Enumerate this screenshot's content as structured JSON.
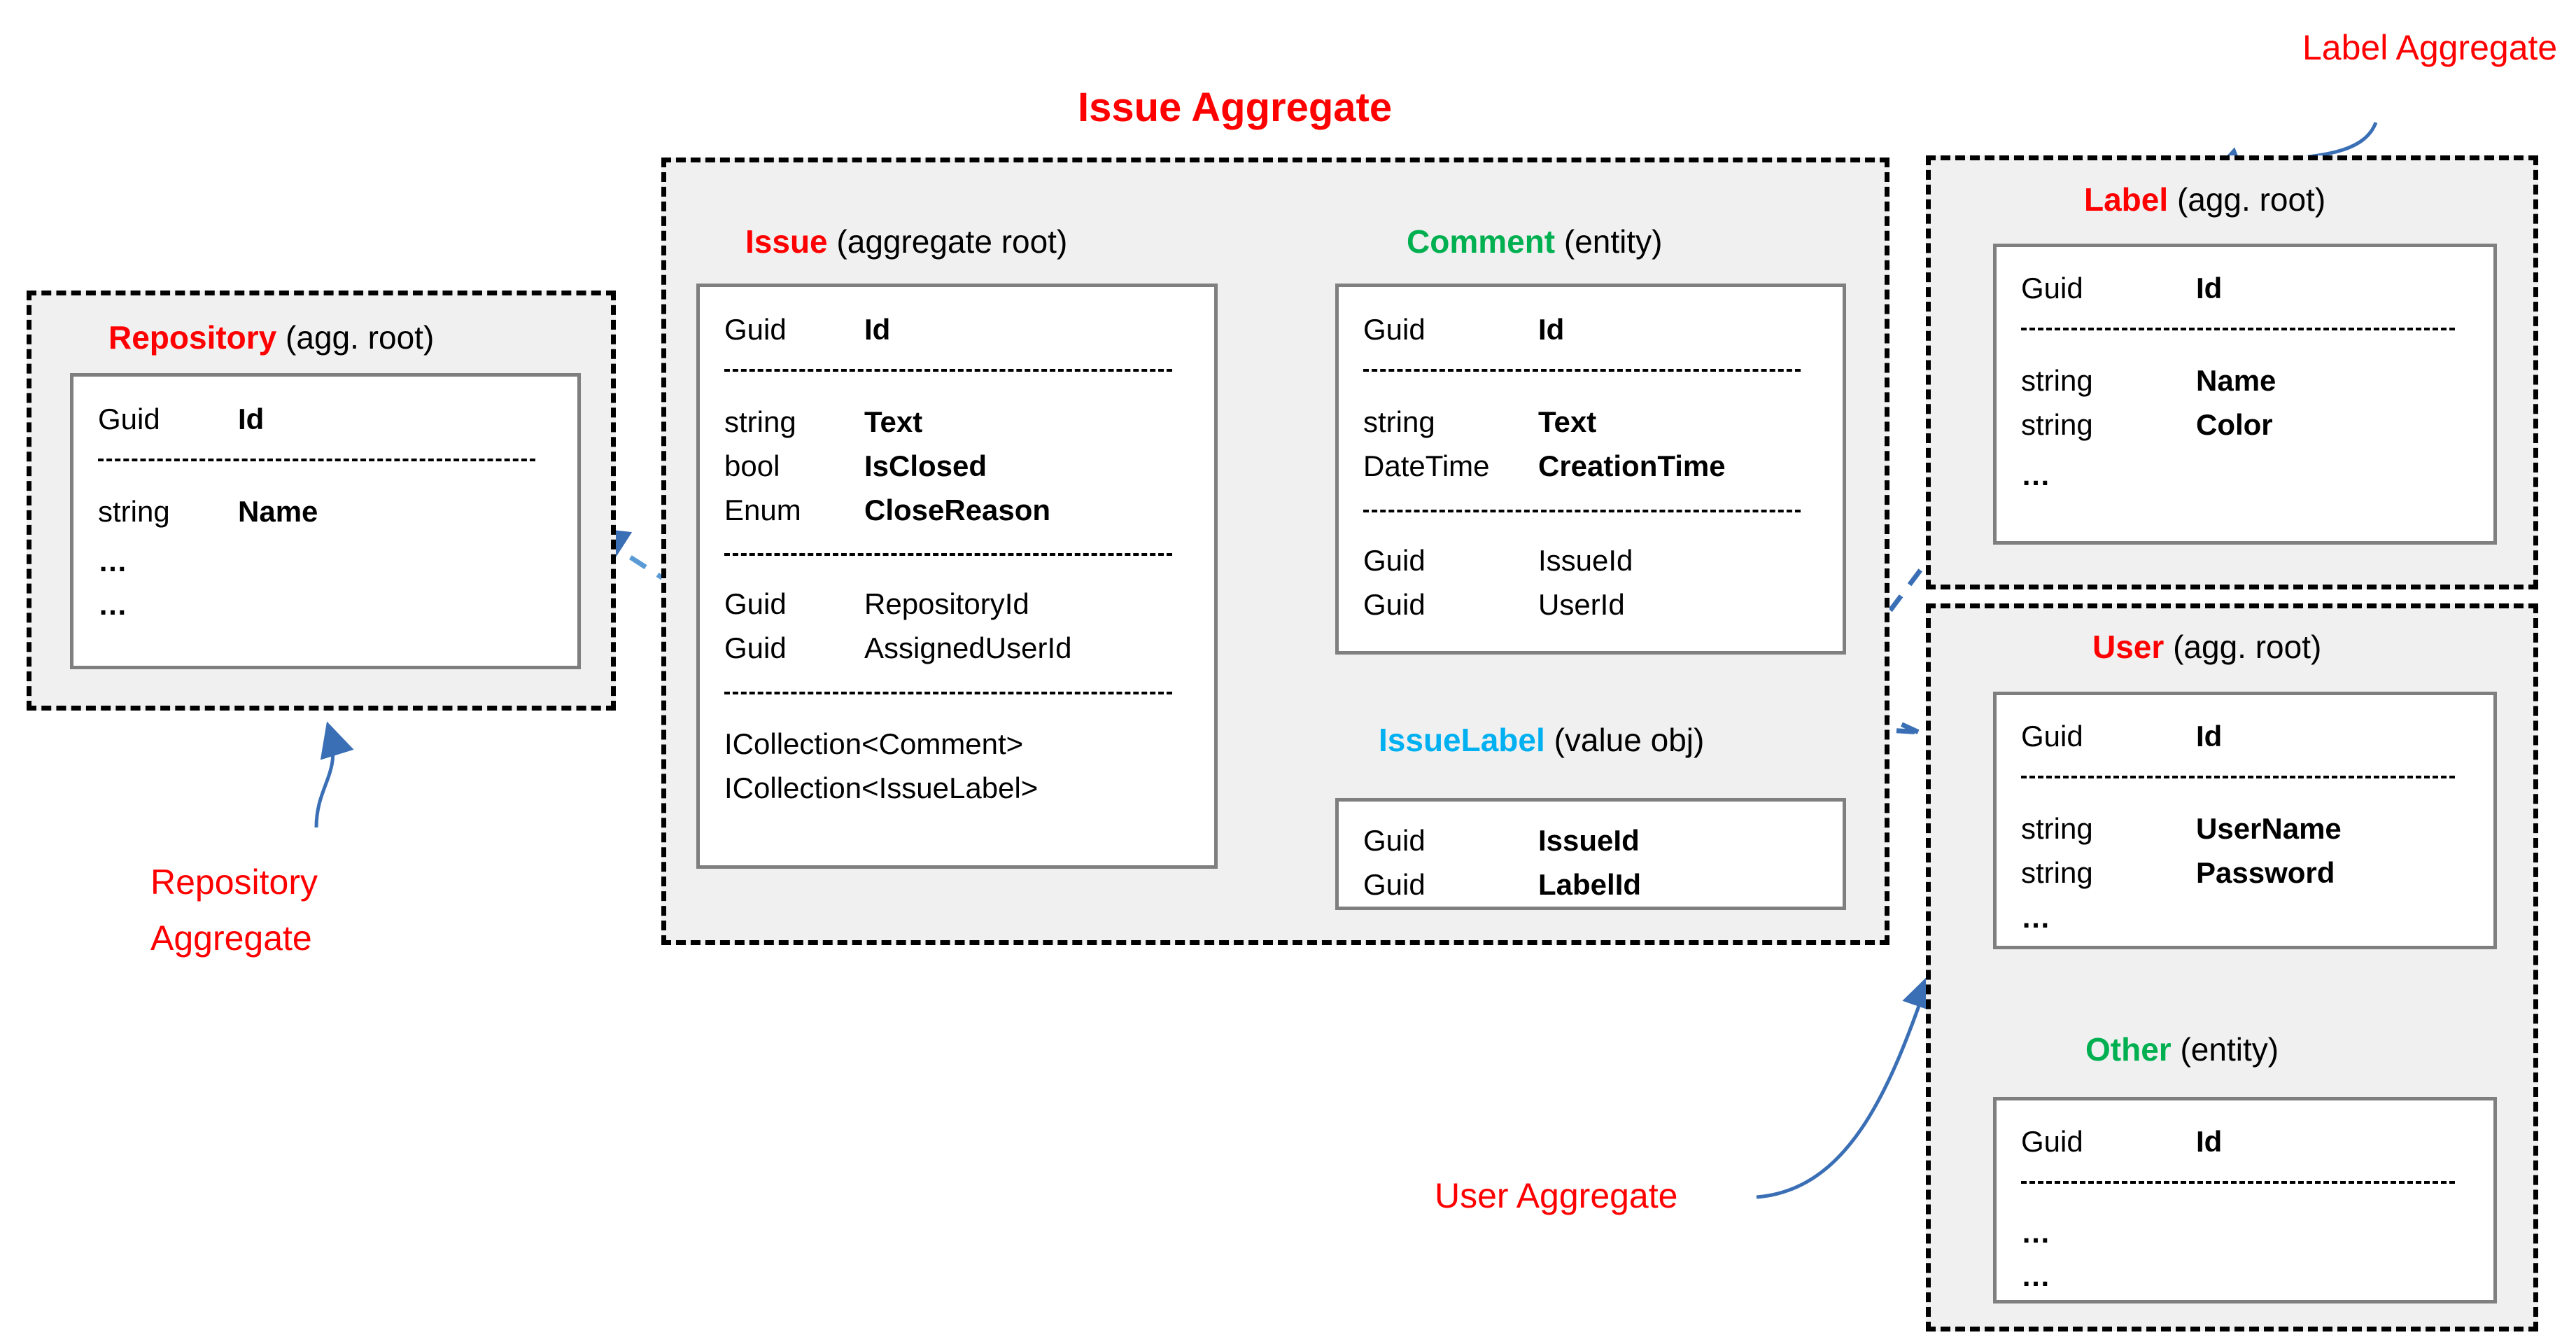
{
  "diagram": {
    "title_issue_aggregate": "Issue Aggregate",
    "callouts": {
      "label_aggregate": "Label Aggregate",
      "repository_aggregate_line1": "Repository",
      "repository_aggregate_line2": "Aggregate",
      "user_aggregate": "User Aggregate"
    },
    "colors": {
      "aggregate_root": "#ff0000",
      "entity": "#00b050",
      "value_object": "#00b0f0",
      "arrow": "#3a6fb5",
      "container_fill": "#f0f0f0",
      "entity_border": "#7f7f7f"
    }
  },
  "entities": {
    "repository": {
      "name": "Repository",
      "stereotype": "(agg. root)",
      "stereotype_kind": "aggregate_root",
      "groups": [
        {
          "fields": [
            {
              "type": "Guid",
              "name": "Id",
              "bold": true
            }
          ]
        },
        {
          "fields": [
            {
              "type": "string",
              "name": "Name",
              "bold": true
            },
            {
              "type": "…",
              "name": "",
              "bold": false
            },
            {
              "type": "…",
              "name": "",
              "bold": false
            }
          ]
        }
      ]
    },
    "issue": {
      "name": "Issue",
      "stereotype": "(aggregate root)",
      "stereotype_kind": "aggregate_root",
      "groups": [
        {
          "fields": [
            {
              "type": "Guid",
              "name": "Id",
              "bold": true
            }
          ]
        },
        {
          "fields": [
            {
              "type": "string",
              "name": "Text",
              "bold": true
            },
            {
              "type": "bool",
              "name": "IsClosed",
              "bold": true
            },
            {
              "type": "Enum",
              "name": "CloseReason",
              "bold": true
            }
          ]
        },
        {
          "fields": [
            {
              "type": "Guid",
              "name": "RepositoryId",
              "bold": false
            },
            {
              "type": "Guid",
              "name": "AssignedUserId",
              "bold": false
            }
          ]
        },
        {
          "fields": [
            {
              "type": "ICollection<Comment>",
              "name": "",
              "bold": false
            },
            {
              "type": "ICollection<IssueLabel>",
              "name": "",
              "bold": false
            }
          ]
        }
      ]
    },
    "comment": {
      "name": "Comment",
      "stereotype": "(entity)",
      "stereotype_kind": "entity",
      "groups": [
        {
          "fields": [
            {
              "type": "Guid",
              "name": "Id",
              "bold": true
            }
          ]
        },
        {
          "fields": [
            {
              "type": "string",
              "name": "Text",
              "bold": true
            },
            {
              "type": "DateTime",
              "name": "CreationTime",
              "bold": true
            }
          ]
        },
        {
          "fields": [
            {
              "type": "Guid",
              "name": "IssueId",
              "bold": false
            },
            {
              "type": "Guid",
              "name": "UserId",
              "bold": false
            }
          ]
        }
      ]
    },
    "issuelabel": {
      "name": "IssueLabel",
      "stereotype": "(value obj)",
      "stereotype_kind": "value_object",
      "groups": [
        {
          "fields": [
            {
              "type": "Guid",
              "name": "IssueId",
              "bold": true
            },
            {
              "type": "Guid",
              "name": "LabelId",
              "bold": true
            }
          ]
        }
      ]
    },
    "label": {
      "name": "Label",
      "stereotype": "(agg. root)",
      "stereotype_kind": "aggregate_root",
      "groups": [
        {
          "fields": [
            {
              "type": "Guid",
              "name": "Id",
              "bold": true
            }
          ]
        },
        {
          "fields": [
            {
              "type": "string",
              "name": "Name",
              "bold": true
            },
            {
              "type": "string",
              "name": "Color",
              "bold": true
            },
            {
              "type": "…",
              "name": "",
              "bold": false
            }
          ]
        }
      ]
    },
    "user": {
      "name": "User",
      "stereotype": "(agg. root)",
      "stereotype_kind": "aggregate_root",
      "groups": [
        {
          "fields": [
            {
              "type": "Guid",
              "name": "Id",
              "bold": true
            }
          ]
        },
        {
          "fields": [
            {
              "type": "string",
              "name": "UserName",
              "bold": true
            },
            {
              "type": "string",
              "name": "Password",
              "bold": true
            },
            {
              "type": "…",
              "name": "",
              "bold": false
            }
          ]
        }
      ]
    },
    "other": {
      "name": "Other",
      "stereotype": "(entity)",
      "stereotype_kind": "entity",
      "groups": [
        {
          "fields": [
            {
              "type": "Guid",
              "name": "Id",
              "bold": true
            }
          ]
        },
        {
          "fields": [
            {
              "type": "…",
              "name": "",
              "bold": false
            },
            {
              "type": "…",
              "name": "",
              "bold": false
            }
          ]
        }
      ]
    }
  },
  "repository_fields": {
    "g0f0t": "Guid",
    "g0f0n": "Id",
    "g1f0t": "string",
    "g1f0n": "Name",
    "g1f1t": "…",
    "g1f2t": "…"
  },
  "issue_fields": {
    "g0f0t": "Guid",
    "g0f0n": "Id",
    "g1f0t": "string",
    "g1f0n": "Text",
    "g1f1t": "bool",
    "g1f1n": "IsClosed",
    "g1f2t": "Enum",
    "g1f2n": "CloseReason",
    "g2f0t": "Guid",
    "g2f0n": "RepositoryId",
    "g2f1t": "Guid",
    "g2f1n": "AssignedUserId",
    "g3f0t": "ICollection<Comment>",
    "g3f1t": "ICollection<IssueLabel>"
  },
  "comment_fields": {
    "g0f0t": "Guid",
    "g0f0n": "Id",
    "g1f0t": "string",
    "g1f0n": "Text",
    "g1f1t": "DateTime",
    "g1f1n": "CreationTime",
    "g2f0t": "Guid",
    "g2f0n": "IssueId",
    "g2f1t": "Guid",
    "g2f1n": "UserId"
  },
  "issuelabel_fields": {
    "g0f0t": "Guid",
    "g0f0n": "IssueId",
    "g0f1t": "Guid",
    "g0f1n": "LabelId"
  },
  "label_fields": {
    "g0f0t": "Guid",
    "g0f0n": "Id",
    "g1f0t": "string",
    "g1f0n": "Name",
    "g1f1t": "string",
    "g1f1n": "Color",
    "g1f2t": "…"
  },
  "user_fields": {
    "g0f0t": "Guid",
    "g0f0n": "Id",
    "g1f0t": "string",
    "g1f0n": "UserName",
    "g1f1t": "string",
    "g1f1n": "Password",
    "g1f2t": "…"
  },
  "other_fields": {
    "g0f0t": "Guid",
    "g0f0n": "Id",
    "g1f0t": "…",
    "g1f1t": "…"
  }
}
